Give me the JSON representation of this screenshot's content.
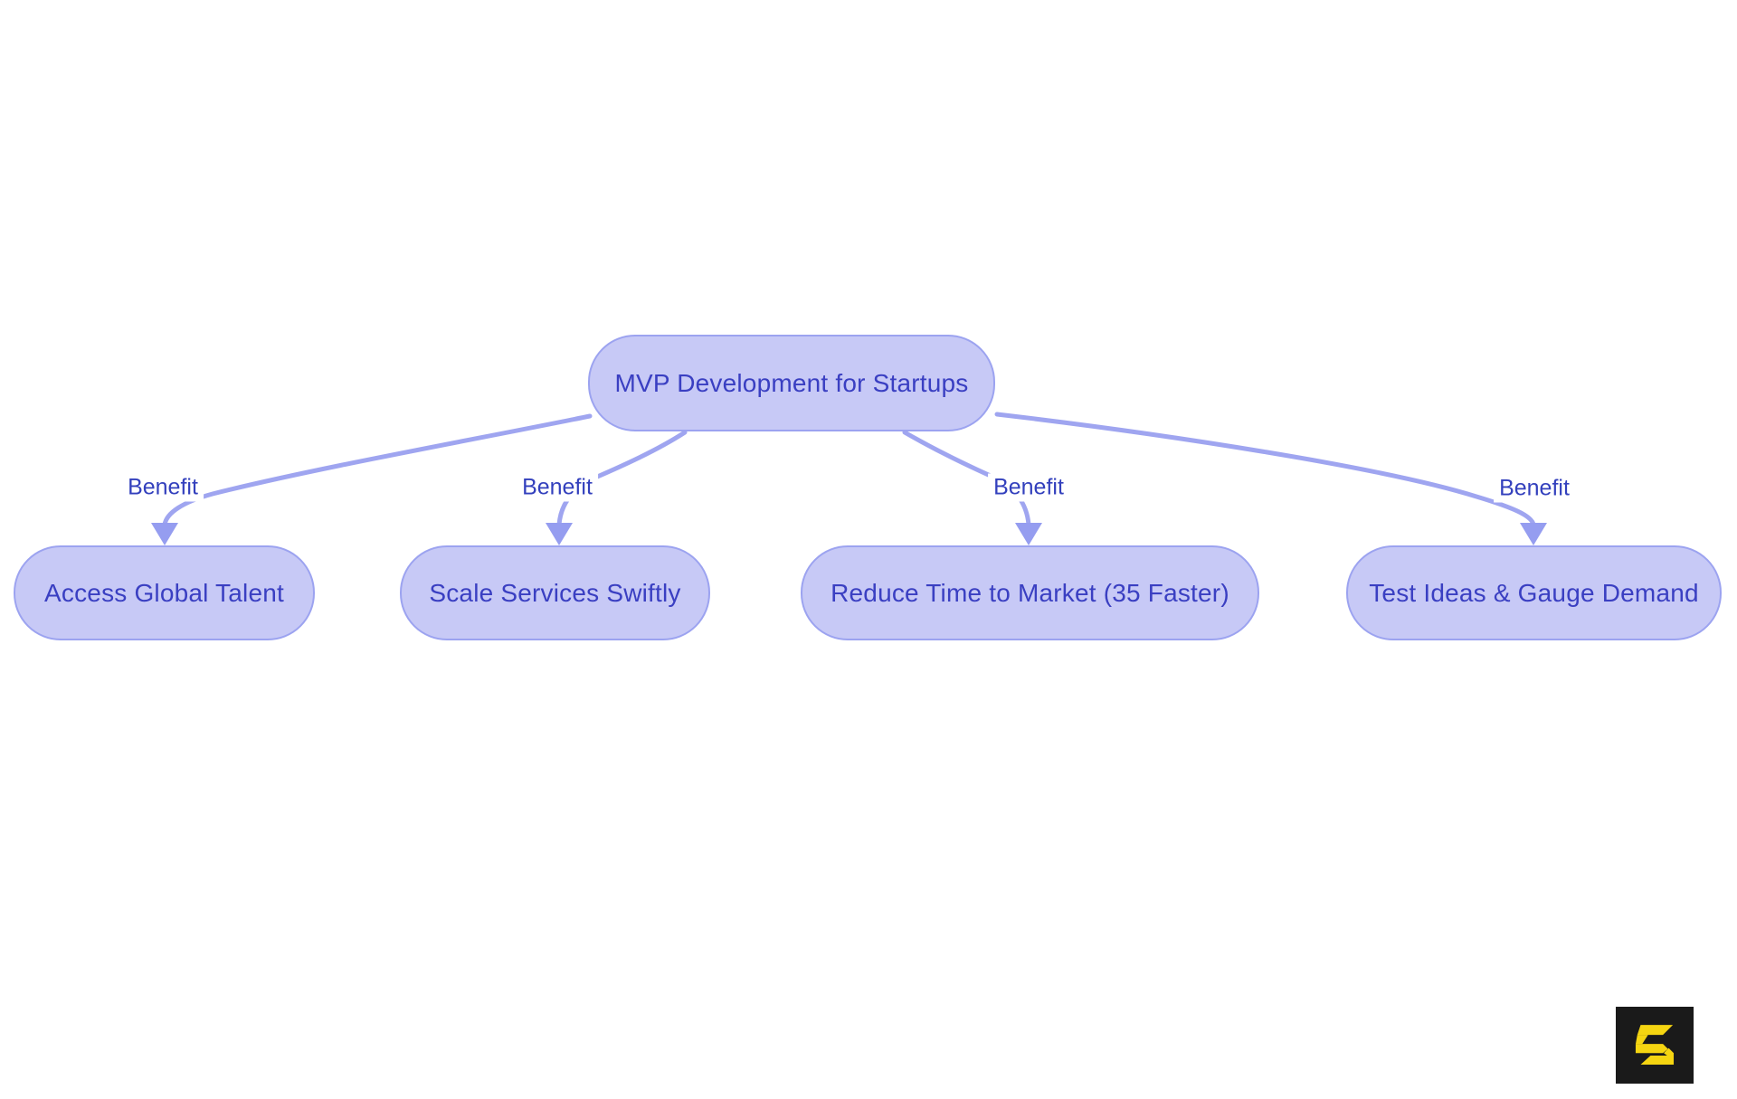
{
  "diagram": {
    "type": "flowchart",
    "nodes": [
      {
        "id": "root",
        "label": "MVP Development for Startups"
      },
      {
        "id": "b1",
        "label": "Access Global Talent"
      },
      {
        "id": "b2",
        "label": "Scale Services Swiftly"
      },
      {
        "id": "b3",
        "label": "Reduce Time to Market (35 Faster)"
      },
      {
        "id": "b4",
        "label": "Test Ideas & Gauge Demand"
      }
    ],
    "edges": [
      {
        "from": "root",
        "to": "b1",
        "label": "Benefit"
      },
      {
        "from": "root",
        "to": "b2",
        "label": "Benefit"
      },
      {
        "from": "root",
        "to": "b3",
        "label": "Benefit"
      },
      {
        "from": "root",
        "to": "b4",
        "label": "Benefit"
      }
    ]
  },
  "colors": {
    "background": "#ffffff",
    "node_fill": "#c7c9f6",
    "node_border": "#9ca3f0",
    "node_text": "#3a3fc2",
    "edge_line": "#9fa5f0",
    "arrow_fill": "#959df0",
    "edge_label_text": "#3340bd",
    "logo_background": "#1a1a1a",
    "logo_glyph": "#f5d511"
  },
  "logo": {
    "glyph": "angular-s"
  }
}
